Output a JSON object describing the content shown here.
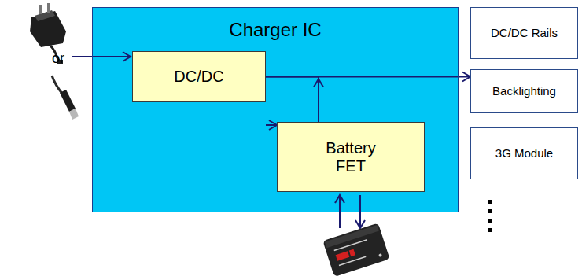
{
  "diagram": {
    "nodes": [
      {
        "text": [
          "Charger IC"
        ]
      },
      {
        "text": [
          "DC/DC"
        ],
        "in": 0
      },
      {
        "text": [
          "Battery FET"
        ],
        "in": 0
      },
      {
        "text": [
          "DC/DC Rails"
        ]
      },
      {
        "text": [
          "Backlighting"
        ]
      },
      {
        "text": [
          "3G Module"
        ]
      }
    ],
    "edges": [
      {
        "from": 1,
        "to": 4,
        "arrow": "to"
      },
      {
        "from": 1,
        "to": 2,
        "arrow": "to"
      },
      {
        "from": 2,
        "to": 1,
        "arrow": "to"
      }
    ],
    "labels": [
      "or"
    ]
  }
}
